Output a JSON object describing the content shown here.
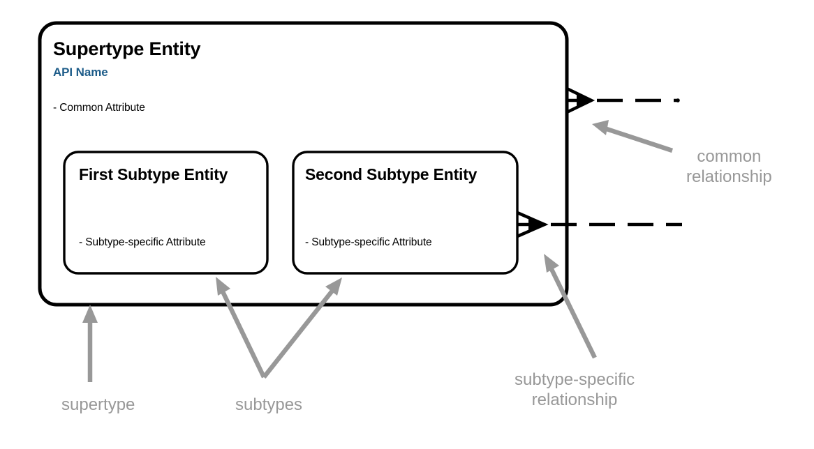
{
  "diagram": {
    "type": "entity-relationship-subtype-diagram",
    "background_color": "#ffffff",
    "stroke_color": "#000000",
    "callout_color": "#989898",
    "api_name_color": "#1d5c89"
  },
  "supertype": {
    "title": "Supertype Entity",
    "api_name": "API Name",
    "attribute": "- Common Attribute"
  },
  "subtypes": [
    {
      "title": "First Subtype Entity",
      "attribute": "- Subtype-specific Attribute"
    },
    {
      "title": "Second Subtype Entity",
      "attribute": "- Subtype-specific Attribute"
    }
  ],
  "relationships": [
    {
      "name": "common-relationship",
      "line_style": "dashed",
      "end_symbol": "crows-foot",
      "origin": "supertype"
    },
    {
      "name": "subtype-specific-relationship",
      "line_style": "dashed",
      "end_symbol": "crows-foot",
      "origin": "second-subtype"
    }
  ],
  "callouts": [
    {
      "name": "supertype",
      "label": "supertype"
    },
    {
      "name": "subtypes",
      "label": "subtypes"
    },
    {
      "name": "common-relationship",
      "label": "common\nrelationship"
    },
    {
      "name": "subtype-specific-relationship",
      "label": "subtype-specific\nrelationship"
    }
  ]
}
